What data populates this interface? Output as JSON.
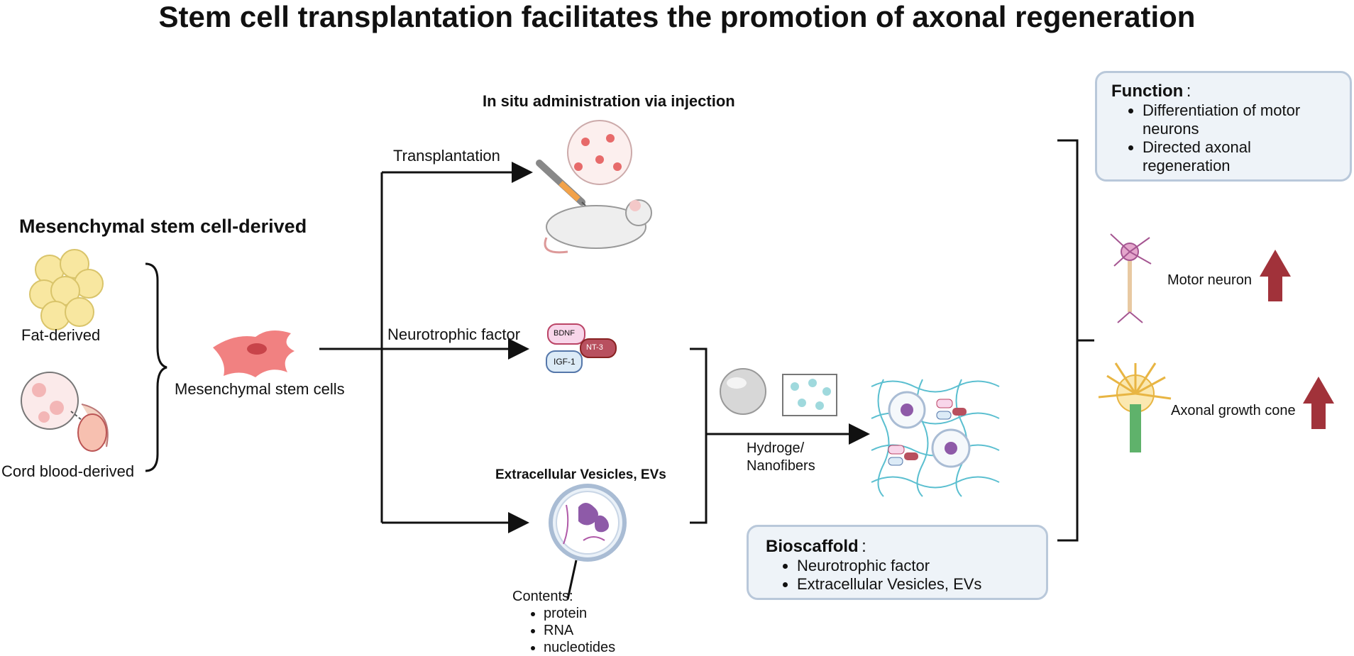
{
  "title": "Stem cell transplantation facilitates the promotion of axonal regeneration",
  "source": {
    "heading": "Mesenchymal stem cell-derived",
    "fat": "Fat-derived",
    "cord": "Cord blood-derived",
    "msc": "Mesenchymal stem cells"
  },
  "routes": {
    "injection_heading": "In situ administration via injection",
    "transplantation": "Transplantation",
    "neurotrophic": "Neurotrophic factor",
    "ev_heading": "Extracellular Vesicles, EVs"
  },
  "factors": {
    "bdnf": "BDNF",
    "nt3": "NT-3",
    "igf1": "IGF-1"
  },
  "contents": {
    "heading": "Contents:",
    "items": [
      "protein",
      "RNA",
      "nucleotides"
    ]
  },
  "hydrogel": {
    "line1": "Hydroge/",
    "line2": "Nanofibers"
  },
  "bioscaffold": {
    "title": "Bioscaffold",
    "colon": ":",
    "items": [
      "Neurotrophic factor",
      "Extracellular Vesicles, EVs"
    ]
  },
  "function": {
    "title": "Function",
    "colon": ":",
    "items": [
      "Differentiation of motor neurons",
      "Directed axonal regeneration"
    ]
  },
  "outcomes": {
    "motor_neuron": "Motor neuron",
    "growth_cone": "Axonal growth cone"
  },
  "colors": {
    "arrow_up": "#a1323a",
    "msc_cell": "#ef6b6b",
    "box_fill": "#eef3f8",
    "box_border": "#b9c8da"
  }
}
